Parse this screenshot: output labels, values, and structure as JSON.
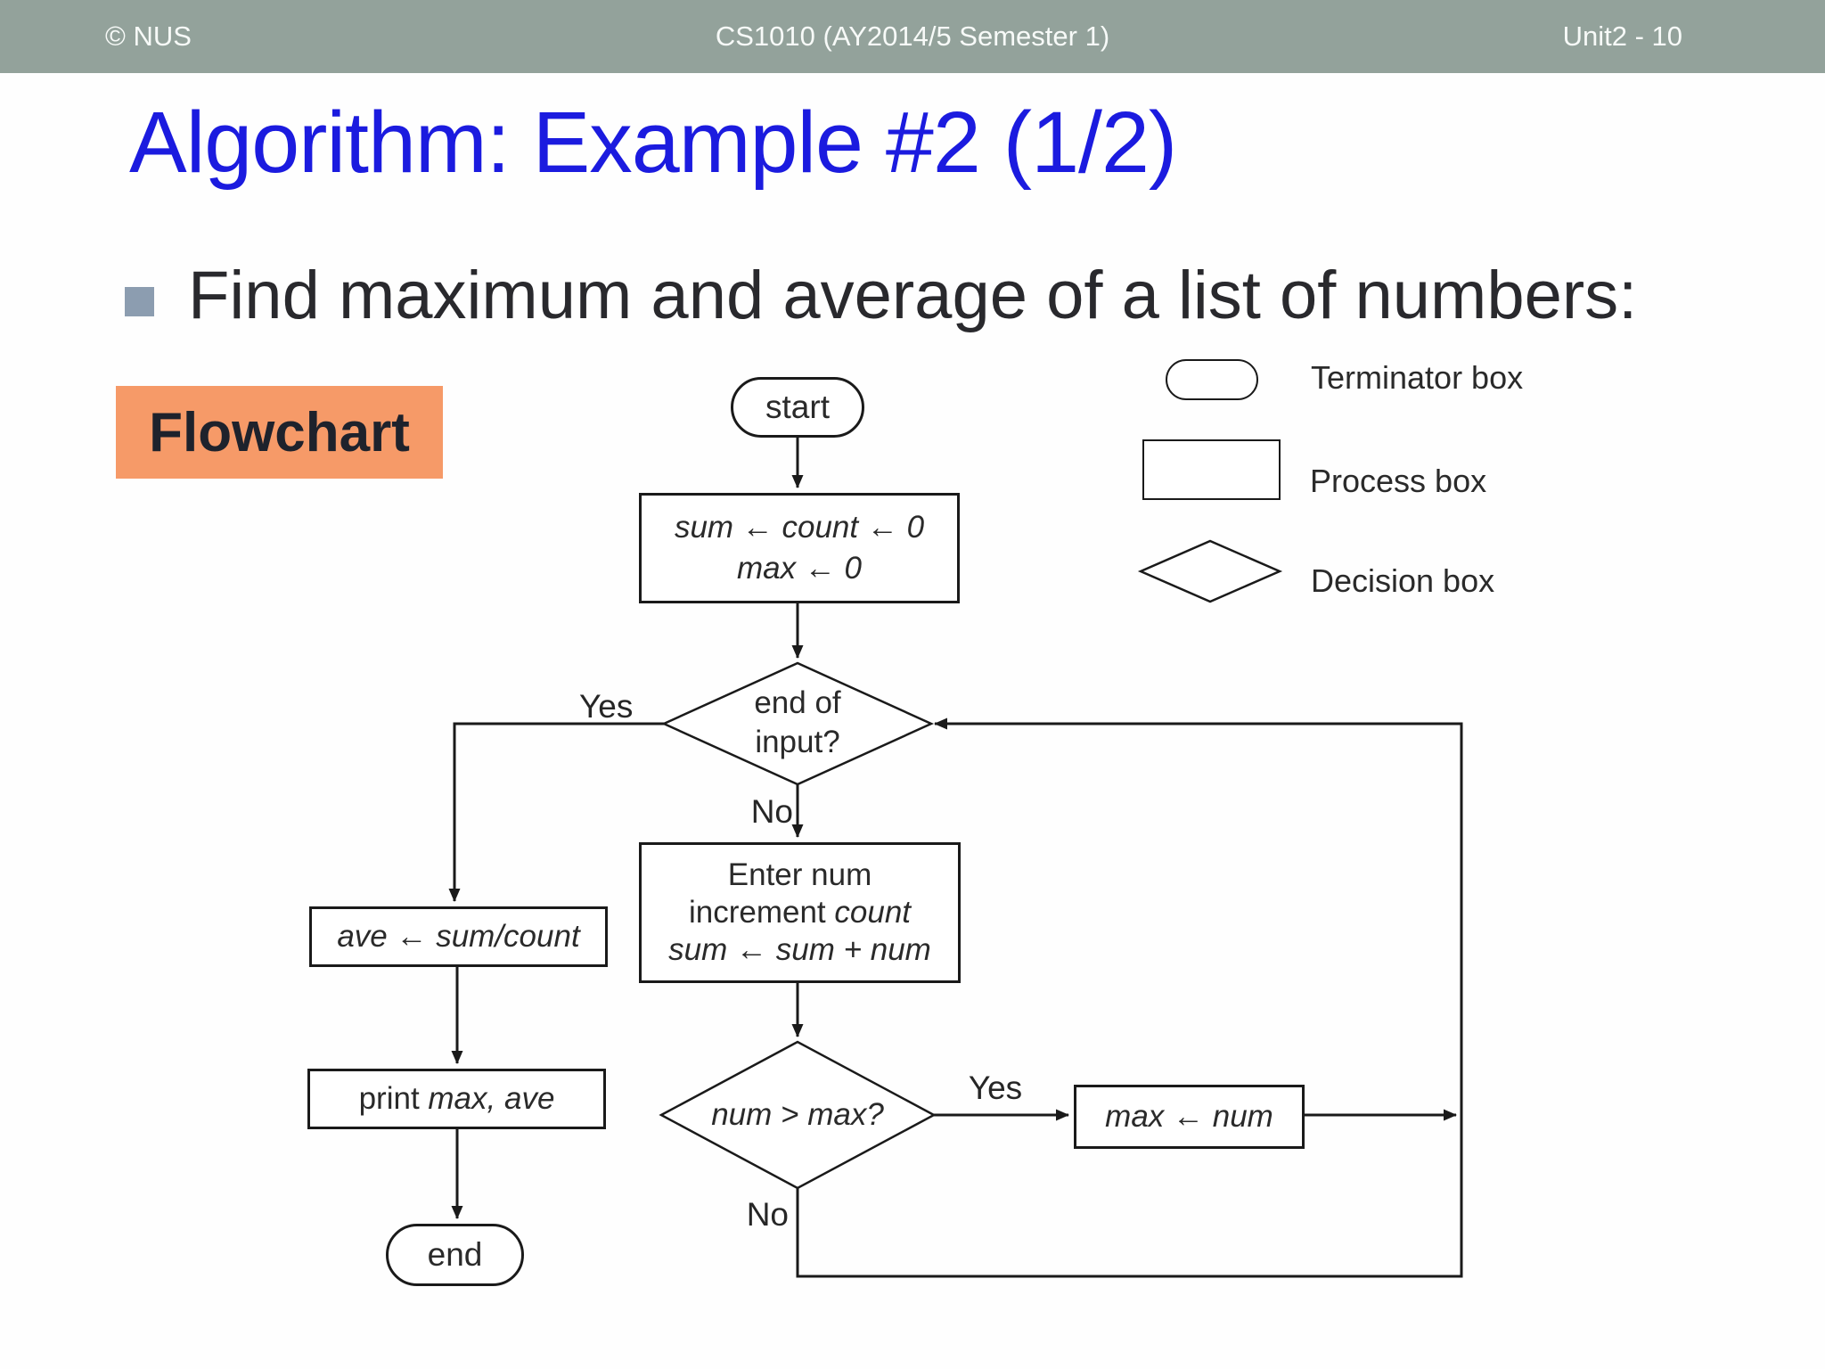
{
  "header": {
    "left": "© NUS",
    "center": "CS1010 (AY2014/5 Semester 1)",
    "right": "Unit2 - 10"
  },
  "title": "Algorithm: Example #2 (1/2)",
  "bullet": {
    "text": "Find maximum and average of a list of numbers:"
  },
  "flowchart_tag": "Flowchart",
  "legend": {
    "terminator_label": "Terminator box",
    "process_label": "Process box",
    "decision_label": "Decision box"
  },
  "flowchart": {
    "start_label": "start",
    "init": {
      "lines": [
        [
          {
            "t": "sum ← count ← 0",
            "i": true
          }
        ],
        [
          {
            "t": "max ← 0",
            "i": true
          }
        ]
      ]
    },
    "decision_end_of_input": {
      "line1": "end of",
      "line2": "input?"
    },
    "enter": {
      "lines": [
        [
          {
            "t": "Enter num",
            "i": false
          }
        ],
        [
          {
            "t": "increment ",
            "i": false
          },
          {
            "t": "count",
            "i": true
          }
        ],
        [
          {
            "t": "sum ← sum + num",
            "i": true
          }
        ]
      ]
    },
    "ave": {
      "lines": [
        [
          {
            "t": "ave ← sum/count",
            "i": true
          }
        ]
      ]
    },
    "print": {
      "lines": [
        [
          {
            "t": "print ",
            "i": false
          },
          {
            "t": "max, ave",
            "i": true
          }
        ]
      ]
    },
    "decision_num_max": {
      "lines": [
        [
          {
            "t": "num > max?",
            "i": true
          }
        ]
      ]
    },
    "max_num": {
      "lines": [
        [
          {
            "t": "max ← num",
            "i": true
          }
        ]
      ]
    },
    "end_label": "end",
    "edge_labels": {
      "yes1": "Yes",
      "no1": "No",
      "yes2": "Yes",
      "no2": "No"
    }
  },
  "colors": {
    "header_bg": "#93a29b",
    "title_blue": "#1b1bdf",
    "tag_orange": "#f69a68",
    "bullet_square": "#8c9db0",
    "line": "#1a1a1a"
  }
}
